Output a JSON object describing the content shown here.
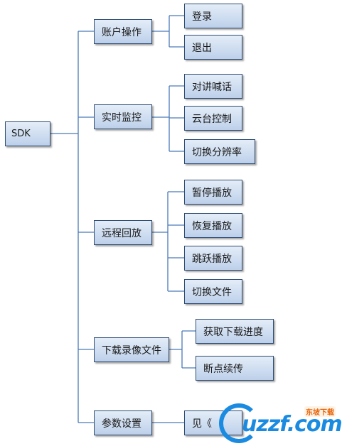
{
  "root": {
    "label": "SDK"
  },
  "groups": [
    {
      "label": "账户操作",
      "children": [
        "登录",
        "退出"
      ]
    },
    {
      "label": "实时监控",
      "children": [
        "对讲喊话",
        "云台控制",
        "切换分辨率"
      ]
    },
    {
      "label": "远程回放",
      "children": [
        "暂停播放",
        "恢复播放",
        "跳跃播放",
        "切换文件"
      ]
    },
    {
      "label": "下载录像文件",
      "children": [
        "获取下载进度",
        "断点续传"
      ]
    },
    {
      "label": "参数设置",
      "children": [
        "见《"
      ]
    }
  ],
  "watermark": {
    "text": "uzzf.com",
    "tag": "东坡下载"
  }
}
